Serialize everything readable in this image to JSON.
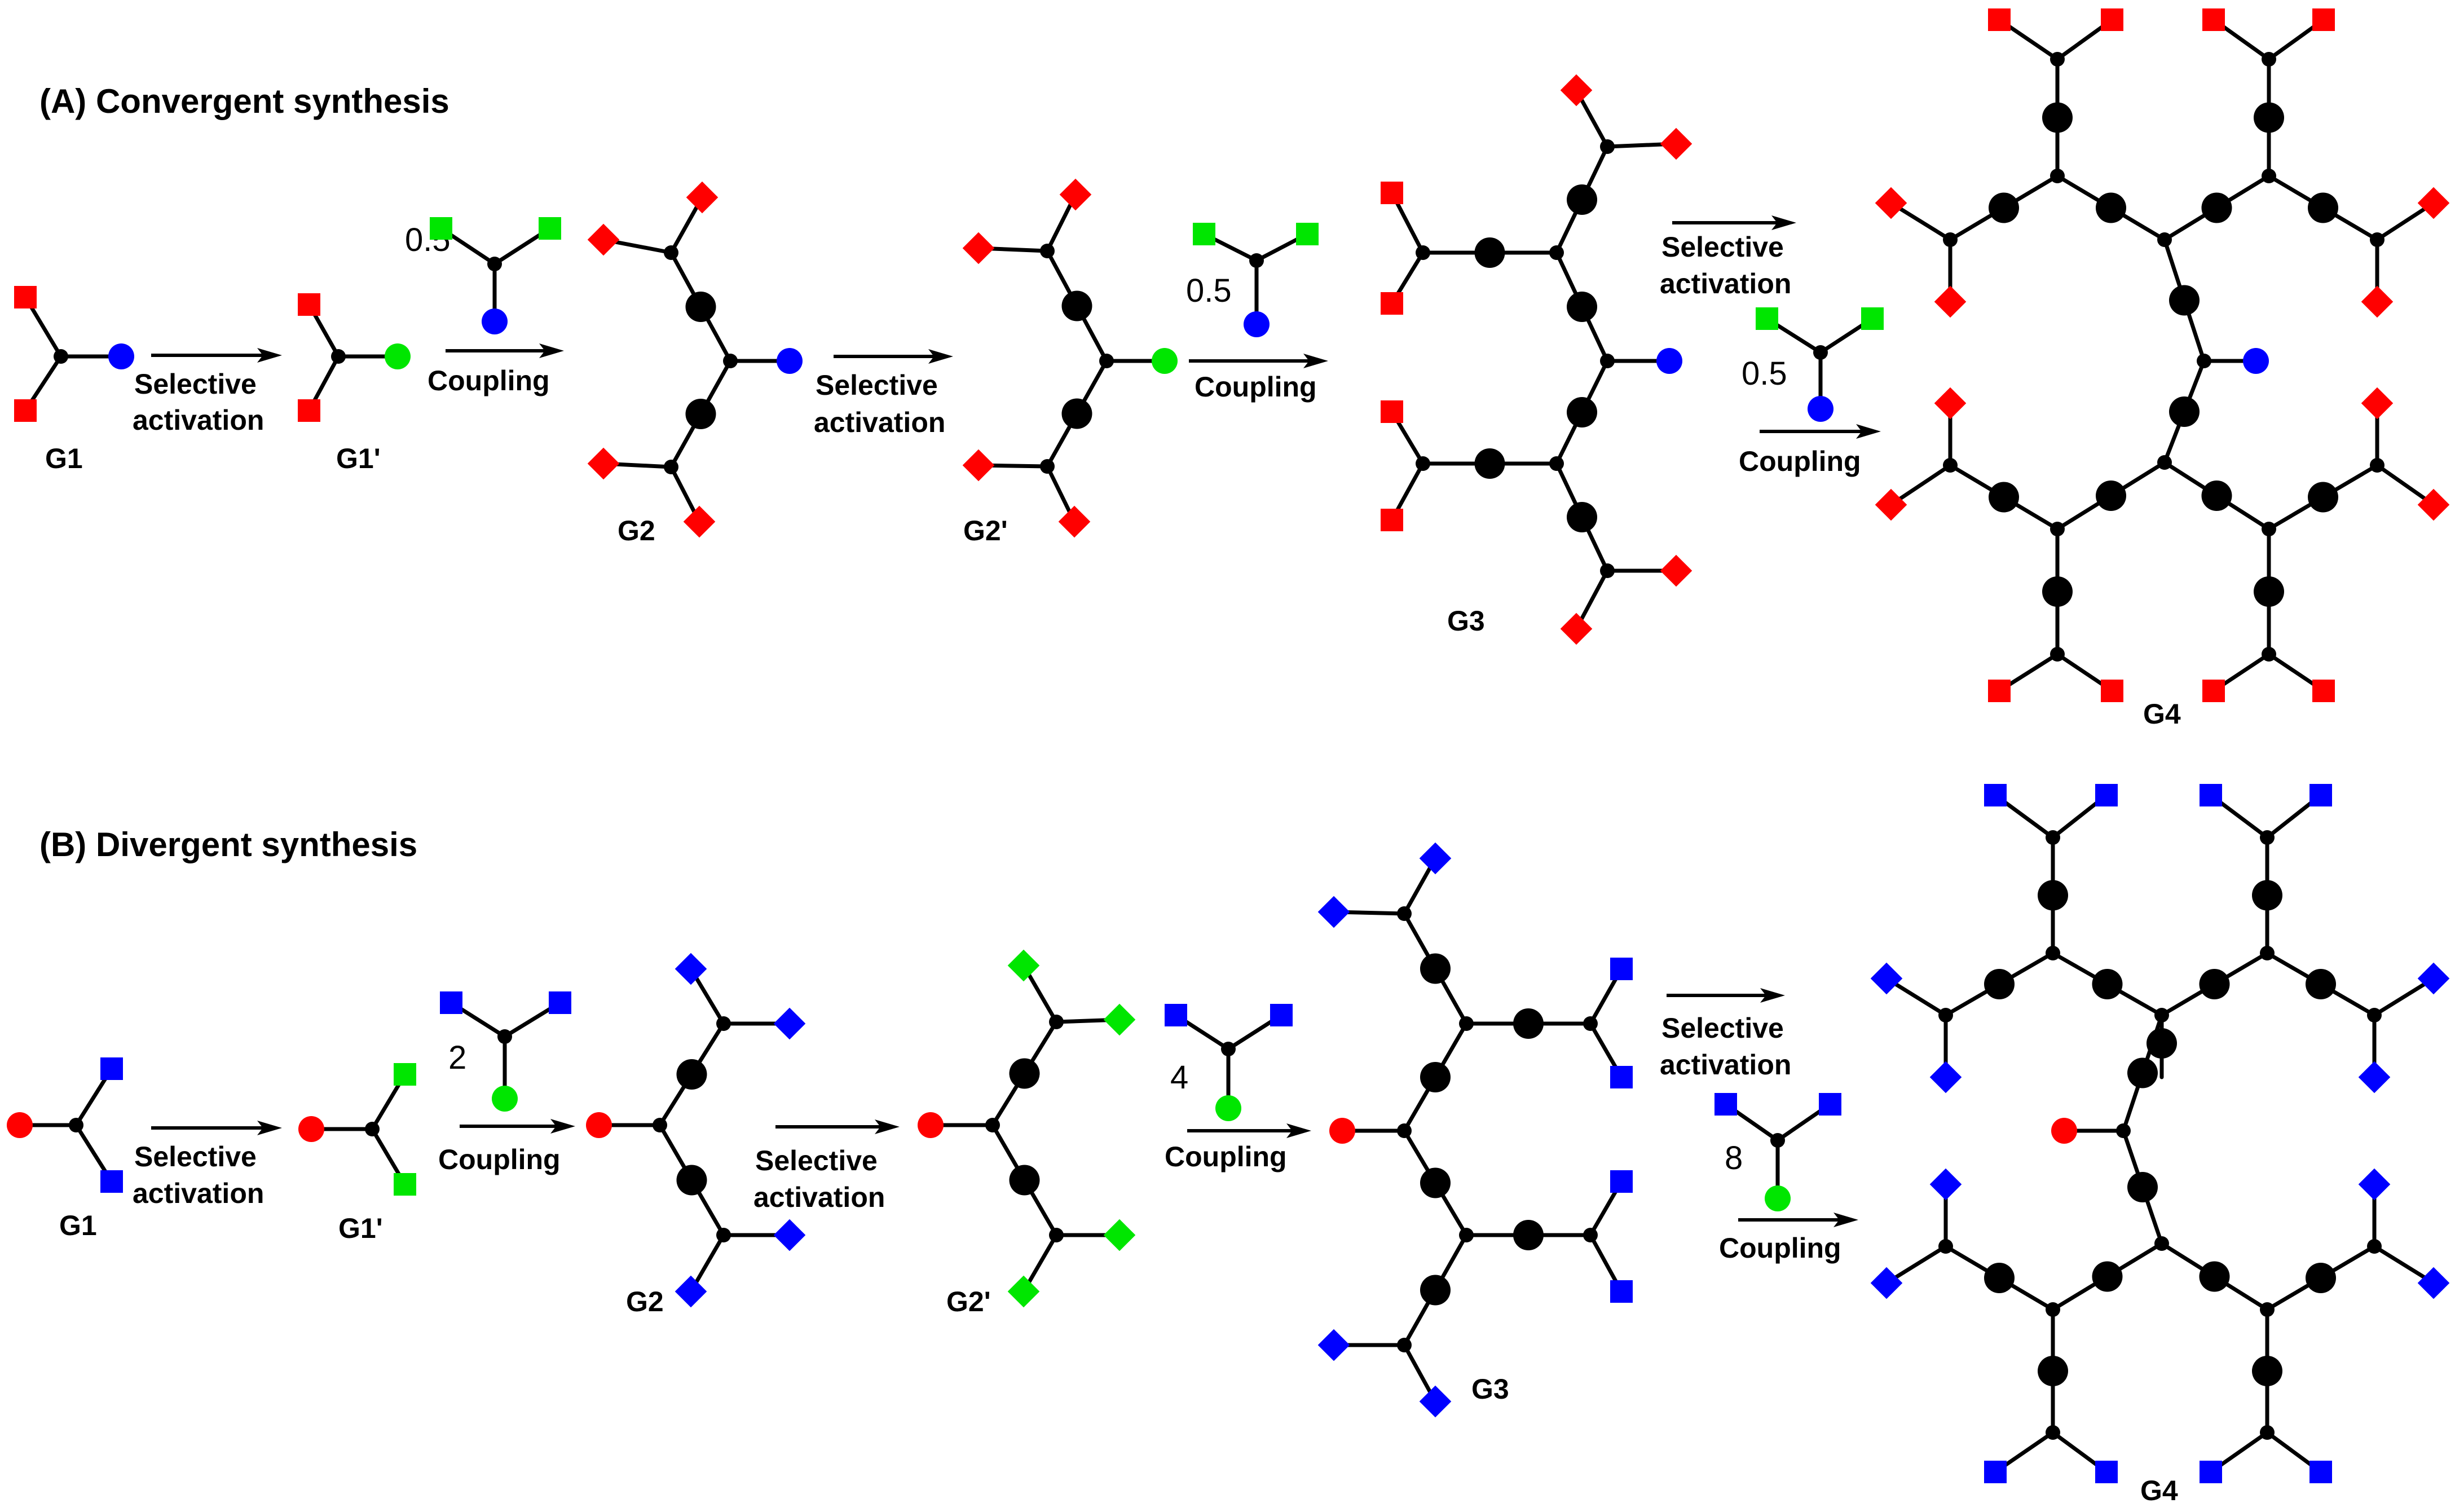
{
  "colors": {
    "red": "#ff0000",
    "blue": "#0000ff",
    "green": "#00e600",
    "black": "#000000"
  },
  "panelA": {
    "title": "(A) Convergent synthesis",
    "G1": "G1",
    "G1p": "G1'",
    "G2": "G2",
    "G2p": "G2'",
    "G3": "G3",
    "G4": "G4",
    "selective": "Selective",
    "activation": "activation",
    "coupling": "Coupling",
    "ratio1": "0.5",
    "ratio2": "0.5",
    "ratio3": "0.5"
  },
  "panelB": {
    "title": "(B) Divergent synthesis",
    "G1": "G1",
    "G1p": "G1'",
    "G2": "G2",
    "G2p": "G2'",
    "G3": "G3",
    "G4": "G4",
    "selective": "Selective",
    "activation": "activation",
    "coupling": "Coupling",
    "ratio1": "2",
    "ratio2": "4",
    "ratio3": "8"
  }
}
